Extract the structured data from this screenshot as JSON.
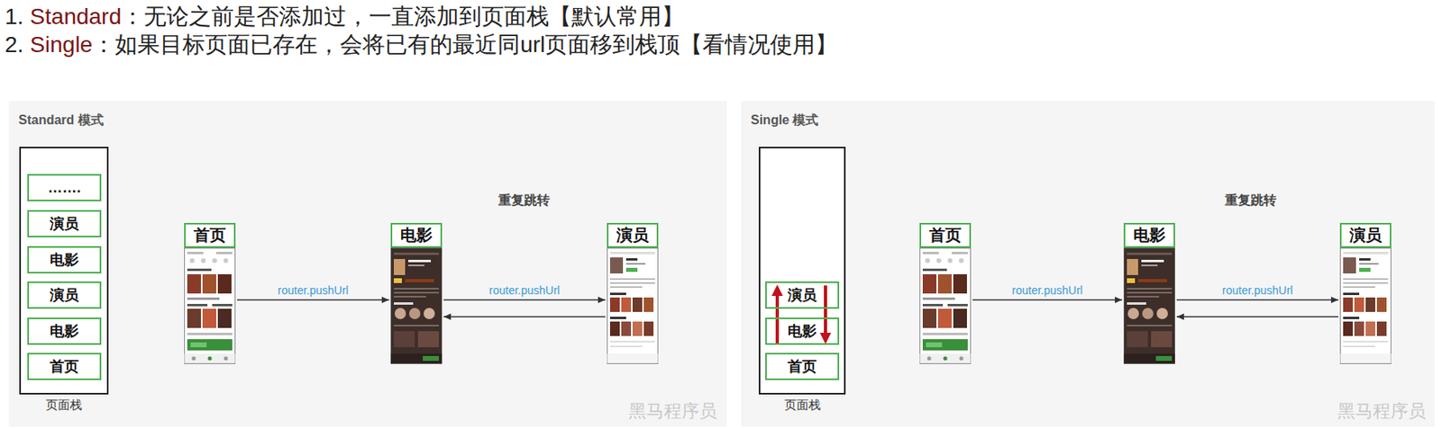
{
  "diagram": {
    "nodes": [
      {
        "text": [
          "Standard 模式"
        ]
      },
      {
        "text": [
          "页面栈"
        ],
        "in": 0
      },
      {
        "text": [
          "……."
        ],
        "in": 1
      },
      {
        "text": [
          "演员"
        ],
        "in": 1
      },
      {
        "text": [
          "电影"
        ],
        "in": 1
      },
      {
        "text": [
          "演员"
        ],
        "in": 1
      },
      {
        "text": [
          "电影"
        ],
        "in": 1
      },
      {
        "text": [
          "首页"
        ],
        "in": 1
      },
      {
        "text": [
          "首页"
        ],
        "in": 0
      },
      {
        "text": [
          "电影"
        ],
        "in": 0
      },
      {
        "text": [
          "演员"
        ],
        "in": 0
      },
      {
        "text": [
          "Single 模式"
        ]
      },
      {
        "text": [
          "页面栈"
        ],
        "in": 11
      },
      {
        "text": [
          "演员"
        ],
        "in": 12
      },
      {
        "text": [
          "电影"
        ],
        "in": 12
      },
      {
        "text": [
          "首页"
        ],
        "in": 12
      },
      {
        "text": [
          "首页"
        ],
        "in": 11
      },
      {
        "text": [
          "电影"
        ],
        "in": 11
      },
      {
        "text": [
          "演员"
        ],
        "in": 11
      }
    ],
    "edges": [
      {
        "from": 8,
        "to": 9,
        "label": "router.pushUrl",
        "arrow": "to"
      },
      {
        "from": 9,
        "to": 10,
        "label": "router.pushUrl",
        "arrow": "to"
      },
      {
        "from": 10,
        "to": 9,
        "arrow": "to"
      },
      {
        "from": 16,
        "to": 17,
        "label": "router.pushUrl",
        "arrow": "to"
      },
      {
        "from": 17,
        "to": 18,
        "label": "router.pushUrl",
        "arrow": "to"
      },
      {
        "from": 18,
        "to": 17,
        "arrow": "to"
      }
    ],
    "labels": [
      "1.",
      "Standard",
      "：无论之前是否添加过，一直添加到页面栈【默认常用】",
      "2.",
      "Single",
      "：如果目标页面已存在，会将已有的最近同url页面移到栈顶【看情况使用】",
      "重复跳转",
      "黑马程序员",
      "重复跳转",
      "黑马程序员"
    ]
  }
}
